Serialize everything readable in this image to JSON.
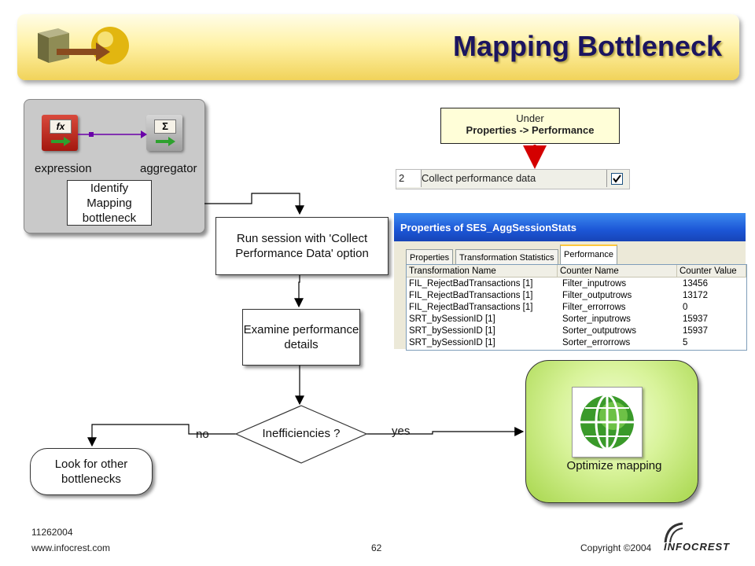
{
  "title": "Mapping Bottleneck",
  "mapping": {
    "expression_label": "expression",
    "aggregator_label": "aggregator",
    "expression_glyph": "fx",
    "aggregator_glyph": "Σ"
  },
  "identify_box": "Identify Mapping bottleneck",
  "steps": {
    "run_session": "Run session with 'Collect Performance Data' option",
    "examine": "Examine performance details",
    "decision": "Inefficiencies ?",
    "no_label": "no",
    "yes_label": "yes",
    "look_other": "Look for other bottlenecks",
    "optimize": "Optimize mapping"
  },
  "callout": {
    "line1": "Under",
    "line2": "Properties -> Performance"
  },
  "checkbox_row": {
    "number": "2",
    "label": "Collect performance data",
    "checked": true
  },
  "properties_window": {
    "title": "Properties of SES_AggSessionStats",
    "tabs": [
      "Properties",
      "Transformation Statistics",
      "Performance"
    ],
    "active_tab": "Performance",
    "columns": [
      "Transformation Name",
      "Counter Name",
      "Counter Value"
    ],
    "rows": [
      [
        "FIL_RejectBadTransactions [1]",
        "Filter_inputrows",
        "13456"
      ],
      [
        "FIL_RejectBadTransactions [1]",
        "Filter_outputrows",
        "13172"
      ],
      [
        "FIL_RejectBadTransactions [1]",
        "Filter_errorrows",
        "0"
      ],
      [
        "SRT_bySessionID [1]",
        "Sorter_inputrows",
        "15937"
      ],
      [
        "SRT_bySessionID [1]",
        "Sorter_outputrows",
        "15937"
      ],
      [
        "SRT_bySessionID [1]",
        "Sorter_errorrows",
        "5"
      ]
    ]
  },
  "footer": {
    "date": "11262004",
    "url": "www.infocrest.com",
    "page": "62",
    "copyright": "Copyright ©2004",
    "brand": "INFOCREST"
  },
  "colors": {
    "title": "#1b1560",
    "callout_arrow": "#d40000",
    "mapping_link": "#6a00a8"
  },
  "icons": [
    "cube-arrow-sphere-logo-icon",
    "function-icon",
    "sigma-icon",
    "globe-icon",
    "infocrest-logo-icon"
  ]
}
